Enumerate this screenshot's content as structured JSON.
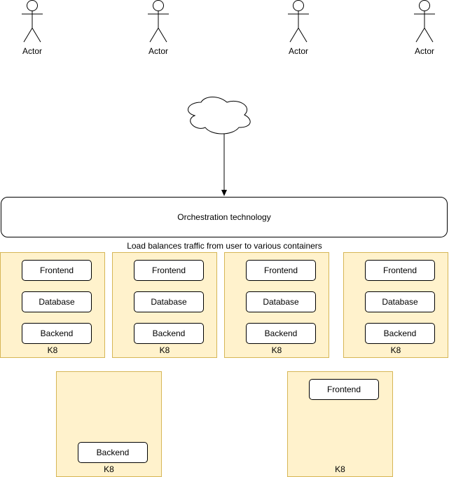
{
  "actors": [
    {
      "label": "Actor"
    },
    {
      "label": "Actor"
    },
    {
      "label": "Actor"
    },
    {
      "label": "Actor"
    }
  ],
  "orchestration": {
    "label": "Orchestration technology"
  },
  "load_balancer_note": "Load balances traffic from user to various containers",
  "k8_top": [
    {
      "label": "K8",
      "services": [
        "Frontend",
        "Database",
        "Backend"
      ]
    },
    {
      "label": "K8",
      "services": [
        "Frontend",
        "Database",
        "Backend"
      ]
    },
    {
      "label": "K8",
      "services": [
        "Frontend",
        "Database",
        "Backend"
      ]
    },
    {
      "label": "K8",
      "services": [
        "Frontend",
        "Database",
        "Backend"
      ]
    }
  ],
  "k8_bottom": [
    {
      "label": "K8",
      "services": [
        "Backend"
      ]
    },
    {
      "label": "K8",
      "services": [
        "Frontend"
      ]
    }
  ]
}
